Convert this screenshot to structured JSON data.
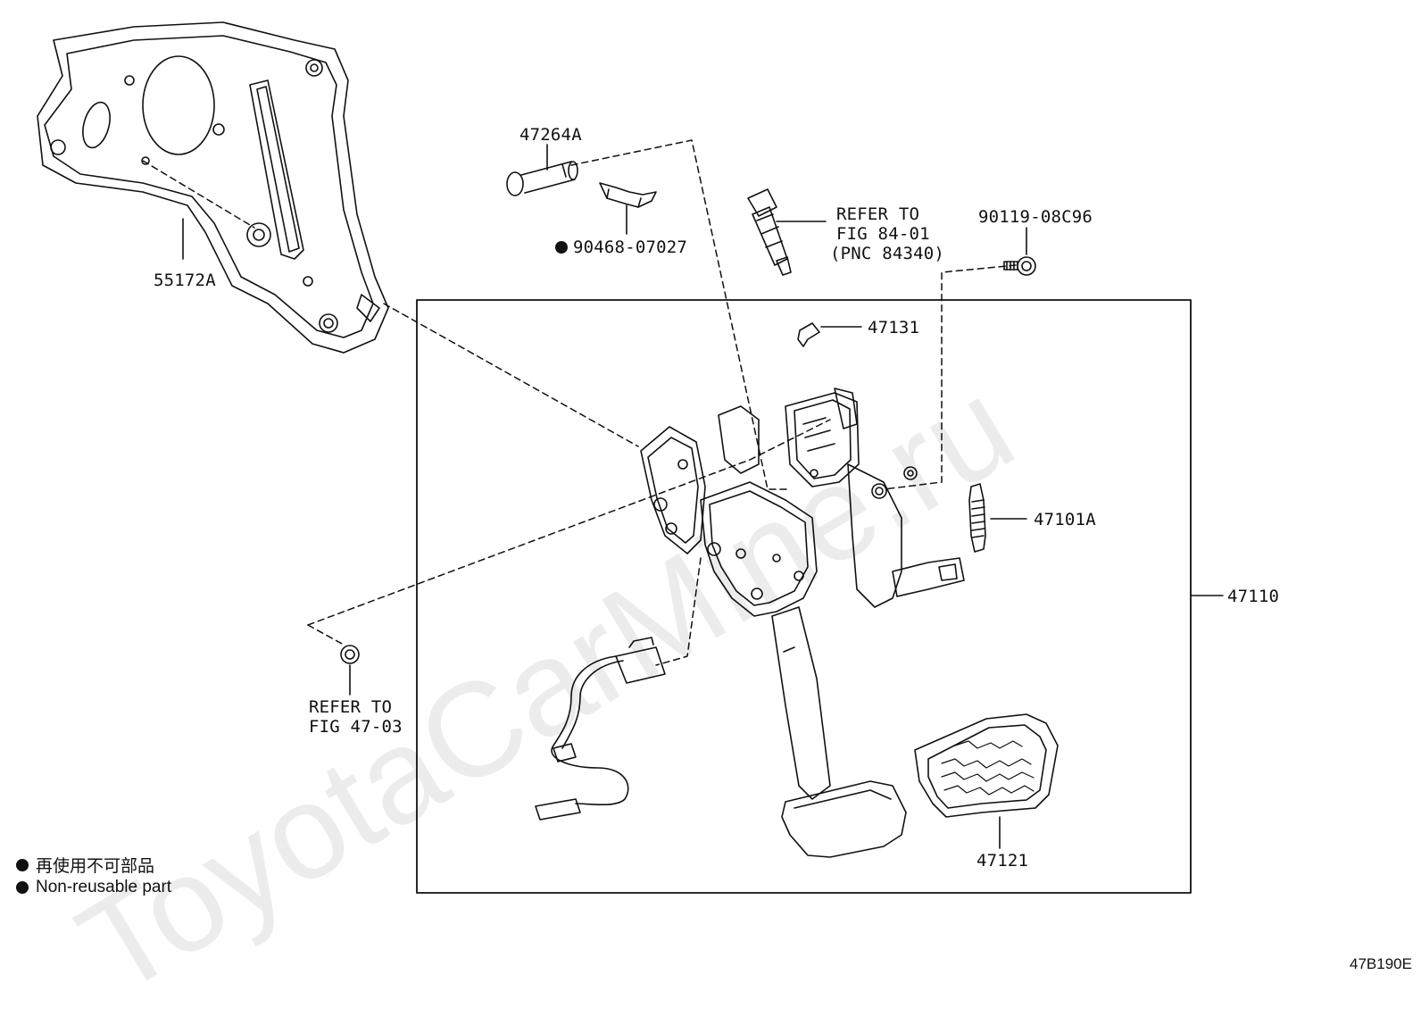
{
  "watermark": "ToyotaCarMine.ru",
  "labels": {
    "part_55172A": "55172A",
    "part_47264A": "47264A",
    "part_90468": "90468-07027",
    "refer_84_line1": "REFER TO",
    "refer_84_line2": "FIG 84-01",
    "refer_84_line3": "(PNC 84340)",
    "part_90119": "90119-08C96",
    "part_47131": "47131",
    "part_47101A": "47101A",
    "part_47110": "47110",
    "refer_47_line1": "REFER TO",
    "refer_47_line2": "FIG 47-03",
    "part_47121": "47121"
  },
  "legend": {
    "japanese": "再使用不可部品",
    "english": "Non-reusable part"
  },
  "figure_code": "47B190E"
}
